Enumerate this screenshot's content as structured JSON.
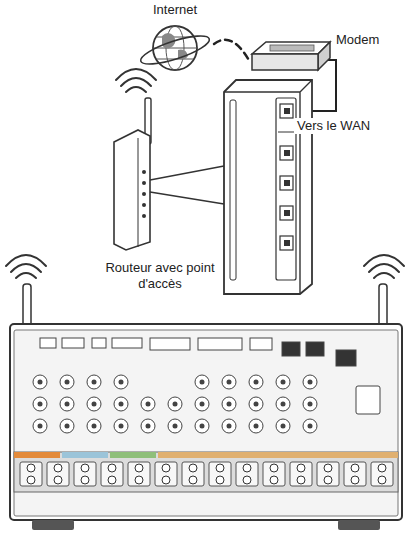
{
  "diagram": {
    "nodes": [
      {
        "text": [
          "Internet"
        ]
      },
      {
        "text": [
          "Modem"
        ]
      },
      {
        "text": [
          "Routeur avec point d'accès"
        ]
      }
    ],
    "edges": [
      {
        "from": 0,
        "to": 1,
        "arrow": "none"
      },
      {
        "from": 1,
        "to": 2,
        "label": "Vers le WAN",
        "arrow": "none"
      }
    ]
  }
}
